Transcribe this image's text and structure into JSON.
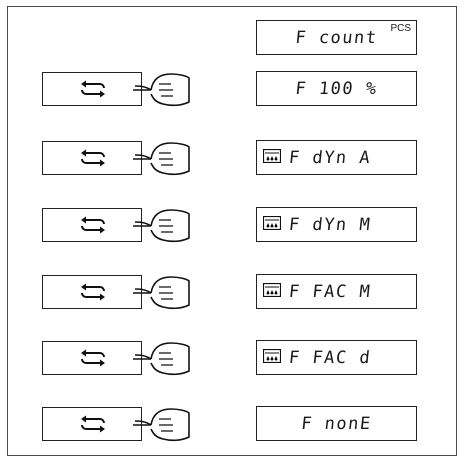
{
  "displays": [
    {
      "text": "F count",
      "superscript": "PCS",
      "drop_icon": false
    },
    {
      "text": "F 100 %",
      "superscript": "",
      "drop_icon": false
    },
    {
      "text": "F dYn A",
      "superscript": "",
      "drop_icon": true
    },
    {
      "text": "F dYn M",
      "superscript": "",
      "drop_icon": true
    },
    {
      "text": "F FAC M",
      "superscript": "",
      "drop_icon": true
    },
    {
      "text": "F FAC d",
      "superscript": "",
      "drop_icon": true
    },
    {
      "text": "F nonE",
      "superscript": "",
      "drop_icon": false
    }
  ],
  "icons": {
    "button": "cycle-arrows-icon",
    "press": "pressing-hand-icon",
    "display": "weighing-drop-icon"
  }
}
